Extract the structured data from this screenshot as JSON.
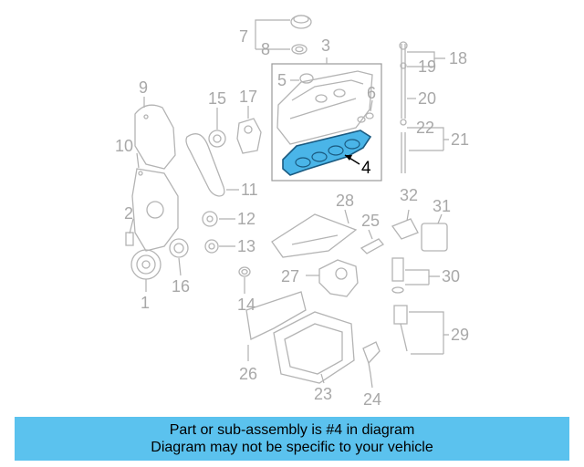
{
  "diagram": {
    "callouts": [
      "1",
      "2",
      "3",
      "4",
      "5",
      "6",
      "7",
      "8",
      "9",
      "10",
      "11",
      "12",
      "13",
      "14",
      "15",
      "16",
      "17",
      "18",
      "19",
      "20",
      "21",
      "22",
      "23",
      "24",
      "25",
      "26",
      "27",
      "28",
      "29",
      "30",
      "31",
      "32"
    ],
    "highlight_color": "#4ab5e8",
    "highlighted_part": "4"
  },
  "caption": {
    "line1": "Part or sub-assembly is #4 in diagram",
    "line2": "Diagram may not be specific to your vehicle",
    "background": "#5bc2ee"
  }
}
